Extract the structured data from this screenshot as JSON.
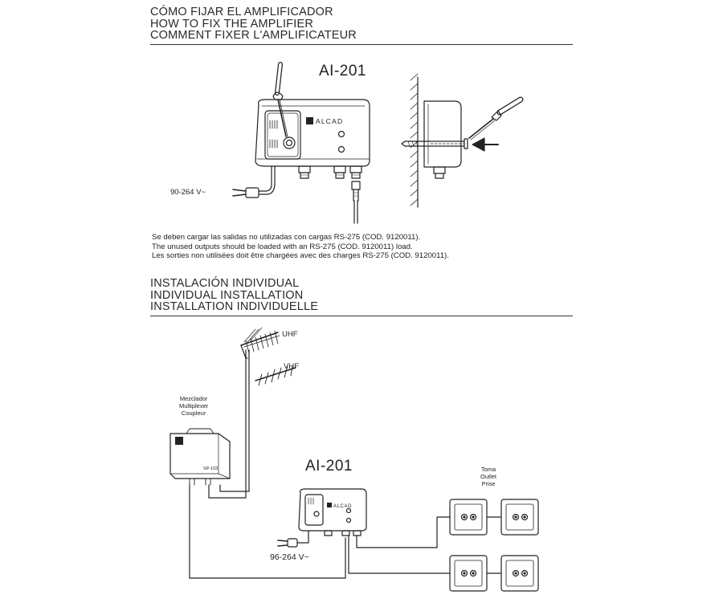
{
  "section_fix": {
    "title_es": "CÓMO FIJAR EL AMPLIFICADOR",
    "title_en": "HOW TO FIX THE AMPLIFIER",
    "title_fr": "COMMENT FIXER L'AMPLIFICATEUR",
    "model": "AI-201",
    "voltage": "90-264 V~",
    "brand": "ALCAD",
    "notes": [
      "Se deben cargar las salidas no utilizadas con cargas RS-275 (COD. 9120011).",
      "The unused outputs should be loaded with an RS-275 (COD. 9120011) load.",
      "Les sorties non utilisées doit être chargées avec des charges RS-275 (COD. 9120011)."
    ]
  },
  "section_install": {
    "title_es": "INSTALACIÓN INDIVIDUAL",
    "title_en": "INDIVIDUAL INSTALLATION",
    "title_fr": "INSTALLATION INDIVIDUELLE",
    "antenna_uhf": "UHF",
    "antenna_vhf": "VHF",
    "mixer_labels": [
      "Mezclador",
      "Multiplexer",
      "Coupleur"
    ],
    "mixer_code": "SP-103",
    "model": "AI-201",
    "brand": "ALCAD",
    "voltage": "96-264 V~",
    "outlet_labels": [
      "Toma",
      "Outlet",
      "Prise"
    ]
  }
}
